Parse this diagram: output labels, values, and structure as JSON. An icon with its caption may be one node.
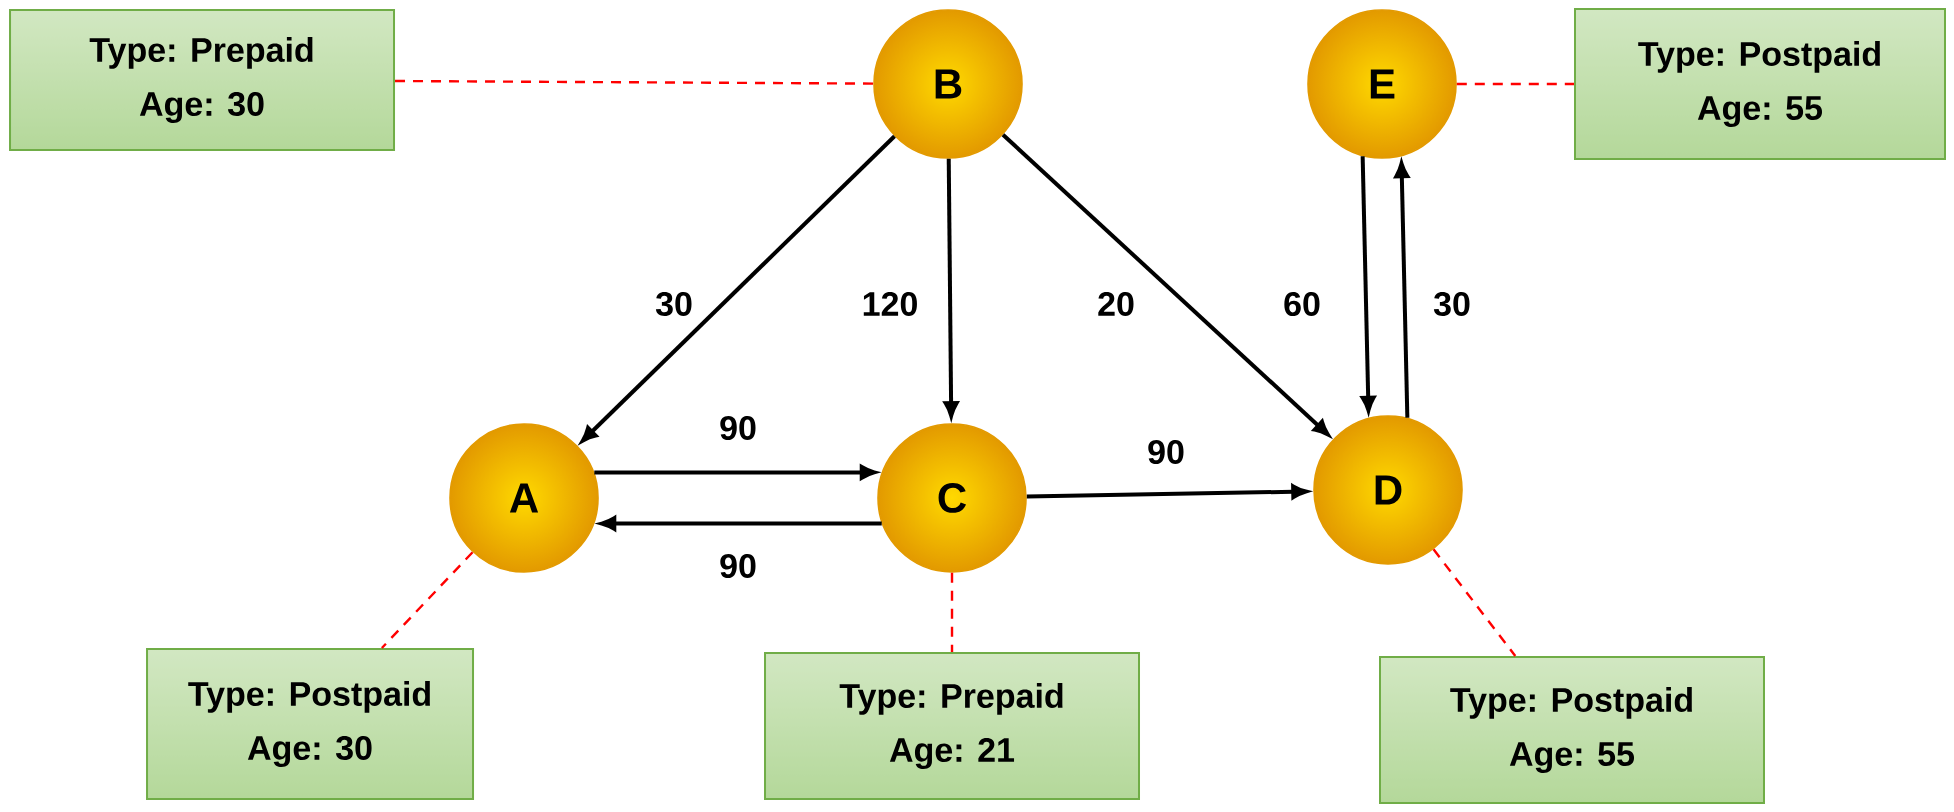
{
  "diagram": {
    "nodes": [
      {
        "text": [
          "Type: Prepaid",
          "Age: 30"
        ]
      },
      {
        "text": [
          "B"
        ]
      },
      {
        "text": [
          "E"
        ]
      },
      {
        "text": [
          "Type: Postpaid",
          "Age: 55"
        ]
      },
      {
        "text": [
          "A"
        ]
      },
      {
        "text": [
          "C"
        ]
      },
      {
        "text": [
          "D"
        ]
      },
      {
        "text": [
          "Type: Postpaid",
          "Age: 30"
        ]
      },
      {
        "text": [
          "Type: Prepaid",
          "Age: 21"
        ]
      },
      {
        "text": [
          "Type: Postpaid",
          "Age: 55"
        ]
      }
    ],
    "edges": [
      {
        "from": 1,
        "to": 4,
        "arrow": "to",
        "label": "30"
      },
      {
        "from": 1,
        "to": 5,
        "arrow": "to",
        "label": "120"
      },
      {
        "from": 1,
        "to": 6,
        "arrow": "to",
        "label": "20"
      },
      {
        "from": 2,
        "to": 6,
        "arrow": "to",
        "label": "60"
      },
      {
        "from": 6,
        "to": 2,
        "arrow": "to",
        "label": "30"
      },
      {
        "from": 4,
        "to": 5,
        "arrow": "to",
        "label": "90"
      },
      {
        "from": 5,
        "to": 4,
        "arrow": "to",
        "label": "90"
      },
      {
        "from": 5,
        "to": 6,
        "arrow": "to",
        "label": "90"
      },
      {
        "from": 0,
        "to": 1,
        "arrow": "none",
        "style": "dashed",
        "color": "#ff0000"
      },
      {
        "from": 2,
        "to": 3,
        "arrow": "none",
        "style": "dashed",
        "color": "#ff0000"
      },
      {
        "from": 4,
        "to": 7,
        "arrow": "none",
        "style": "dashed",
        "color": "#ff0000"
      },
      {
        "from": 5,
        "to": 8,
        "arrow": "none",
        "style": "dashed",
        "color": "#ff0000"
      },
      {
        "from": 6,
        "to": 9,
        "arrow": "none",
        "style": "dashed",
        "color": "#ff0000"
      }
    ]
  }
}
